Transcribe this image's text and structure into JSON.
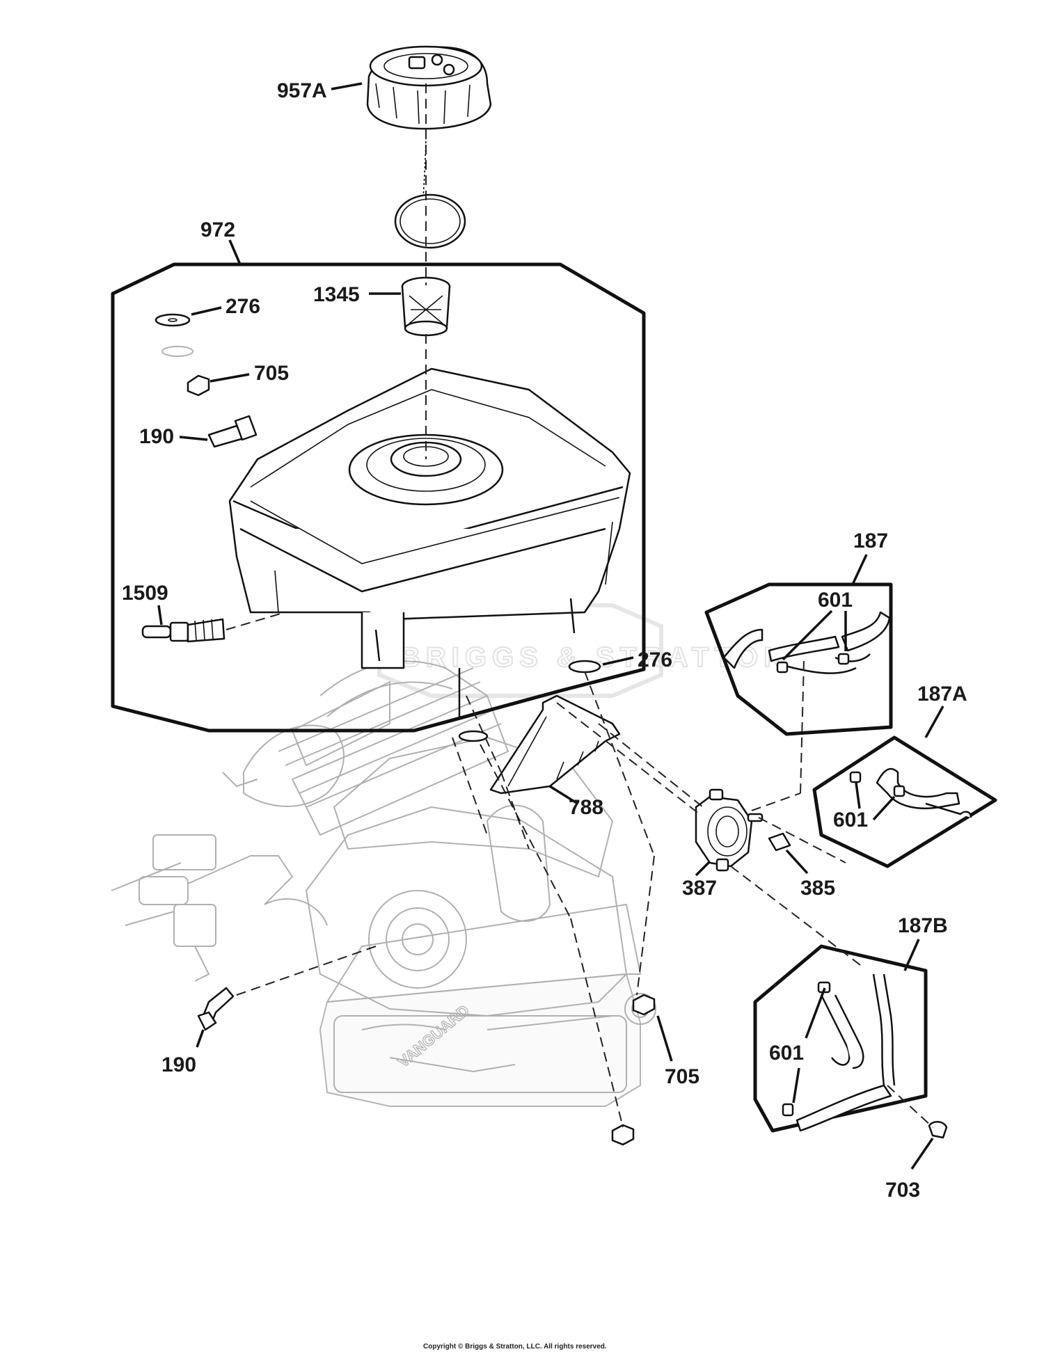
{
  "callouts": {
    "c957A": "957A",
    "c972": "972",
    "c1345": "1345",
    "c276_top": "276",
    "c705_top": "705",
    "c190_top": "190",
    "c1509": "1509",
    "c276_right": "276",
    "c788": "788",
    "c187": "187",
    "c601_187": "601",
    "c187A": "187A",
    "c601_187A": "601",
    "c387": "387",
    "c385": "385",
    "c187B": "187B",
    "c601_187B": "601",
    "c190_bottom": "190",
    "c705_bottom": "705",
    "c703": "703"
  },
  "watermark": "BRIGGS & STRATTON",
  "engine_mark": "VANGUARD",
  "copyright": "Copyright © Briggs & Stratton, LLC. All rights reserved.",
  "colors": {
    "ink": "#111111",
    "ghost": "#b0b0b0",
    "background": "#ffffff"
  }
}
